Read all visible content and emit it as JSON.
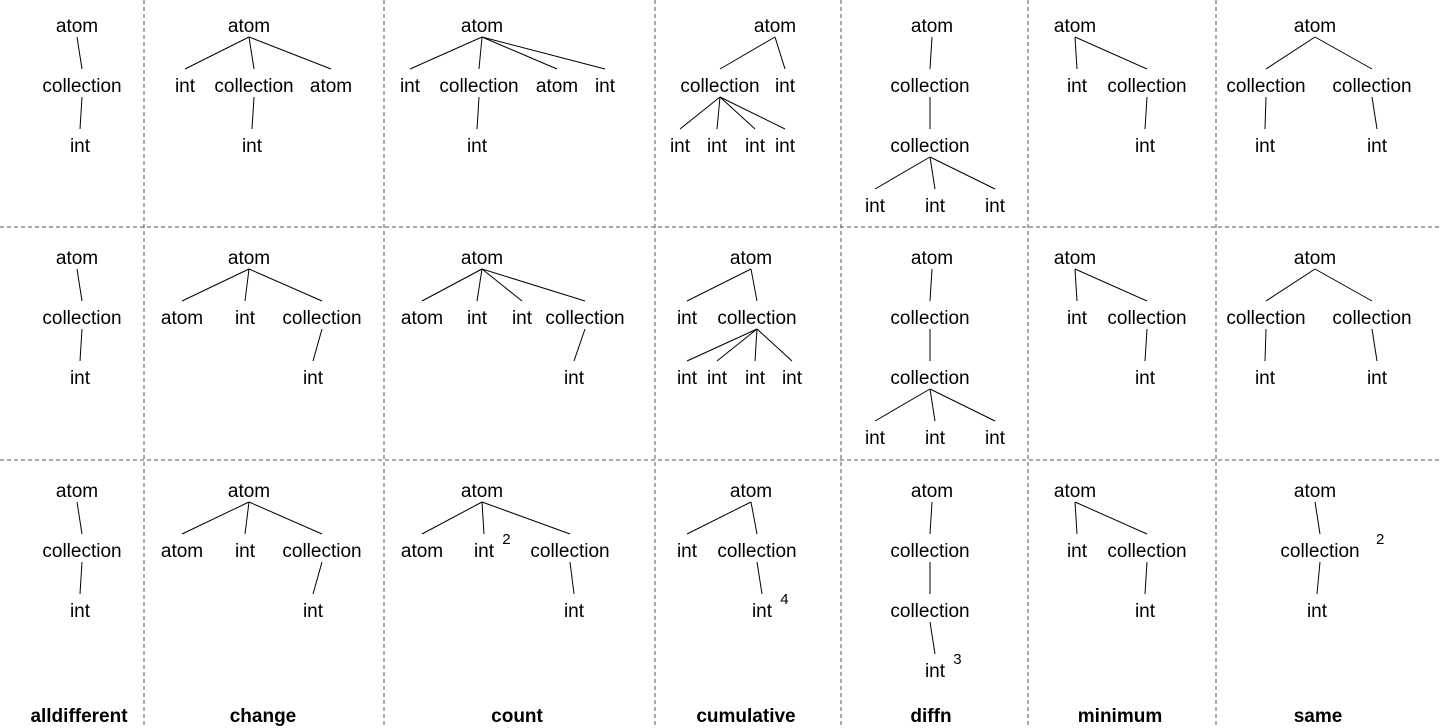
{
  "columns": [
    {
      "title": "alldifferent",
      "trees": [
        {
          "nodes": [
            {
              "label": "atom"
            },
            {
              "label": "collection"
            },
            {
              "label": "int"
            }
          ],
          "edges": [
            [
              0,
              1
            ],
            [
              1,
              2
            ]
          ]
        },
        {
          "nodes": [
            {
              "label": "atom"
            },
            {
              "label": "collection"
            },
            {
              "label": "int"
            }
          ],
          "edges": [
            [
              0,
              1
            ],
            [
              1,
              2
            ]
          ]
        },
        {
          "nodes": [
            {
              "label": "atom"
            },
            {
              "label": "collection"
            },
            {
              "label": "int"
            }
          ],
          "edges": [
            [
              0,
              1
            ],
            [
              1,
              2
            ]
          ]
        }
      ]
    },
    {
      "title": "change",
      "trees": [
        {
          "nodes": [
            {
              "label": "atom"
            },
            {
              "label": "int"
            },
            {
              "label": "collection"
            },
            {
              "label": "atom"
            },
            {
              "label": "int"
            }
          ],
          "edges": [
            [
              0,
              1
            ],
            [
              0,
              2
            ],
            [
              0,
              3
            ],
            [
              2,
              4
            ]
          ]
        },
        {
          "nodes": [
            {
              "label": "atom"
            },
            {
              "label": "atom"
            },
            {
              "label": "int"
            },
            {
              "label": "collection"
            },
            {
              "label": "int"
            }
          ],
          "edges": [
            [
              0,
              1
            ],
            [
              0,
              2
            ],
            [
              0,
              3
            ],
            [
              3,
              4
            ]
          ]
        },
        {
          "nodes": [
            {
              "label": "atom"
            },
            {
              "label": "atom"
            },
            {
              "label": "int"
            },
            {
              "label": "collection"
            },
            {
              "label": "int"
            }
          ],
          "edges": [
            [
              0,
              1
            ],
            [
              0,
              2
            ],
            [
              0,
              3
            ],
            [
              3,
              4
            ]
          ]
        }
      ]
    },
    {
      "title": "count",
      "trees": [
        {
          "nodes": [
            {
              "label": "atom"
            },
            {
              "label": "int"
            },
            {
              "label": "collection"
            },
            {
              "label": "atom"
            },
            {
              "label": "int"
            },
            {
              "label": "int"
            }
          ],
          "edges": [
            [
              0,
              1
            ],
            [
              0,
              2
            ],
            [
              0,
              3
            ],
            [
              0,
              4
            ],
            [
              2,
              5
            ]
          ]
        },
        {
          "nodes": [
            {
              "label": "atom"
            },
            {
              "label": "atom"
            },
            {
              "label": "int"
            },
            {
              "label": "int"
            },
            {
              "label": "collection"
            },
            {
              "label": "int"
            }
          ],
          "edges": [
            [
              0,
              1
            ],
            [
              0,
              2
            ],
            [
              0,
              3
            ],
            [
              0,
              4
            ],
            [
              4,
              5
            ]
          ]
        },
        {
          "nodes": [
            {
              "label": "atom"
            },
            {
              "label": "atom"
            },
            {
              "label": "int",
              "sup": "2"
            },
            {
              "label": "collection"
            },
            {
              "label": "int"
            }
          ],
          "edges": [
            [
              0,
              1
            ],
            [
              0,
              2
            ],
            [
              0,
              3
            ],
            [
              3,
              4
            ]
          ]
        }
      ]
    },
    {
      "title": "cumulative",
      "trees": [
        {
          "nodes": [
            {
              "label": "atom"
            },
            {
              "label": "collection"
            },
            {
              "label": "int"
            },
            {
              "label": "int"
            },
            {
              "label": "int"
            },
            {
              "label": "int"
            },
            {
              "label": "int"
            }
          ],
          "edges": [
            [
              0,
              1
            ],
            [
              0,
              2
            ],
            [
              1,
              3
            ],
            [
              1,
              4
            ],
            [
              1,
              5
            ],
            [
              1,
              6
            ]
          ]
        },
        {
          "nodes": [
            {
              "label": "atom"
            },
            {
              "label": "int"
            },
            {
              "label": "collection"
            },
            {
              "label": "int"
            },
            {
              "label": "int"
            },
            {
              "label": "int"
            },
            {
              "label": "int"
            }
          ],
          "edges": [
            [
              0,
              1
            ],
            [
              0,
              2
            ],
            [
              2,
              3
            ],
            [
              2,
              4
            ],
            [
              2,
              5
            ],
            [
              2,
              6
            ]
          ]
        },
        {
          "nodes": [
            {
              "label": "atom"
            },
            {
              "label": "int"
            },
            {
              "label": "collection"
            },
            {
              "label": "int",
              "sup": "4"
            }
          ],
          "edges": [
            [
              0,
              1
            ],
            [
              0,
              2
            ],
            [
              2,
              3
            ]
          ]
        }
      ]
    },
    {
      "title": "diffn",
      "trees": [
        {
          "nodes": [
            {
              "label": "atom"
            },
            {
              "label": "collection"
            },
            {
              "label": "collection"
            },
            {
              "label": "int"
            },
            {
              "label": "int"
            },
            {
              "label": "int"
            }
          ],
          "edges": [
            [
              0,
              1
            ],
            [
              1,
              2
            ],
            [
              2,
              3
            ],
            [
              2,
              4
            ],
            [
              2,
              5
            ]
          ]
        },
        {
          "nodes": [
            {
              "label": "atom"
            },
            {
              "label": "collection"
            },
            {
              "label": "collection"
            },
            {
              "label": "int"
            },
            {
              "label": "int"
            },
            {
              "label": "int"
            }
          ],
          "edges": [
            [
              0,
              1
            ],
            [
              1,
              2
            ],
            [
              2,
              3
            ],
            [
              2,
              4
            ],
            [
              2,
              5
            ]
          ]
        },
        {
          "nodes": [
            {
              "label": "atom"
            },
            {
              "label": "collection"
            },
            {
              "label": "collection"
            },
            {
              "label": "int",
              "sup": "3"
            }
          ],
          "edges": [
            [
              0,
              1
            ],
            [
              1,
              2
            ],
            [
              2,
              3
            ]
          ]
        }
      ]
    },
    {
      "title": "minimum",
      "trees": [
        {
          "nodes": [
            {
              "label": "atom"
            },
            {
              "label": "int"
            },
            {
              "label": "collection"
            },
            {
              "label": "int"
            }
          ],
          "edges": [
            [
              0,
              1
            ],
            [
              0,
              2
            ],
            [
              2,
              3
            ]
          ]
        },
        {
          "nodes": [
            {
              "label": "atom"
            },
            {
              "label": "int"
            },
            {
              "label": "collection"
            },
            {
              "label": "int"
            }
          ],
          "edges": [
            [
              0,
              1
            ],
            [
              0,
              2
            ],
            [
              2,
              3
            ]
          ]
        },
        {
          "nodes": [
            {
              "label": "atom"
            },
            {
              "label": "int"
            },
            {
              "label": "collection"
            },
            {
              "label": "int"
            }
          ],
          "edges": [
            [
              0,
              1
            ],
            [
              0,
              2
            ],
            [
              2,
              3
            ]
          ]
        }
      ]
    },
    {
      "title": "same",
      "trees": [
        {
          "nodes": [
            {
              "label": "atom"
            },
            {
              "label": "collection"
            },
            {
              "label": "collection"
            },
            {
              "label": "int"
            },
            {
              "label": "int"
            }
          ],
          "edges": [
            [
              0,
              1
            ],
            [
              0,
              2
            ],
            [
              1,
              3
            ],
            [
              2,
              4
            ]
          ]
        },
        {
          "nodes": [
            {
              "label": "atom"
            },
            {
              "label": "collection"
            },
            {
              "label": "collection"
            },
            {
              "label": "int"
            },
            {
              "label": "int"
            }
          ],
          "edges": [
            [
              0,
              1
            ],
            [
              0,
              2
            ],
            [
              1,
              3
            ],
            [
              2,
              4
            ]
          ]
        },
        {
          "nodes": [
            {
              "label": "atom"
            },
            {
              "label": "collection",
              "sup": "2"
            },
            {
              "label": "int"
            }
          ],
          "edges": [
            [
              0,
              1
            ],
            [
              1,
              2
            ]
          ]
        }
      ]
    }
  ]
}
